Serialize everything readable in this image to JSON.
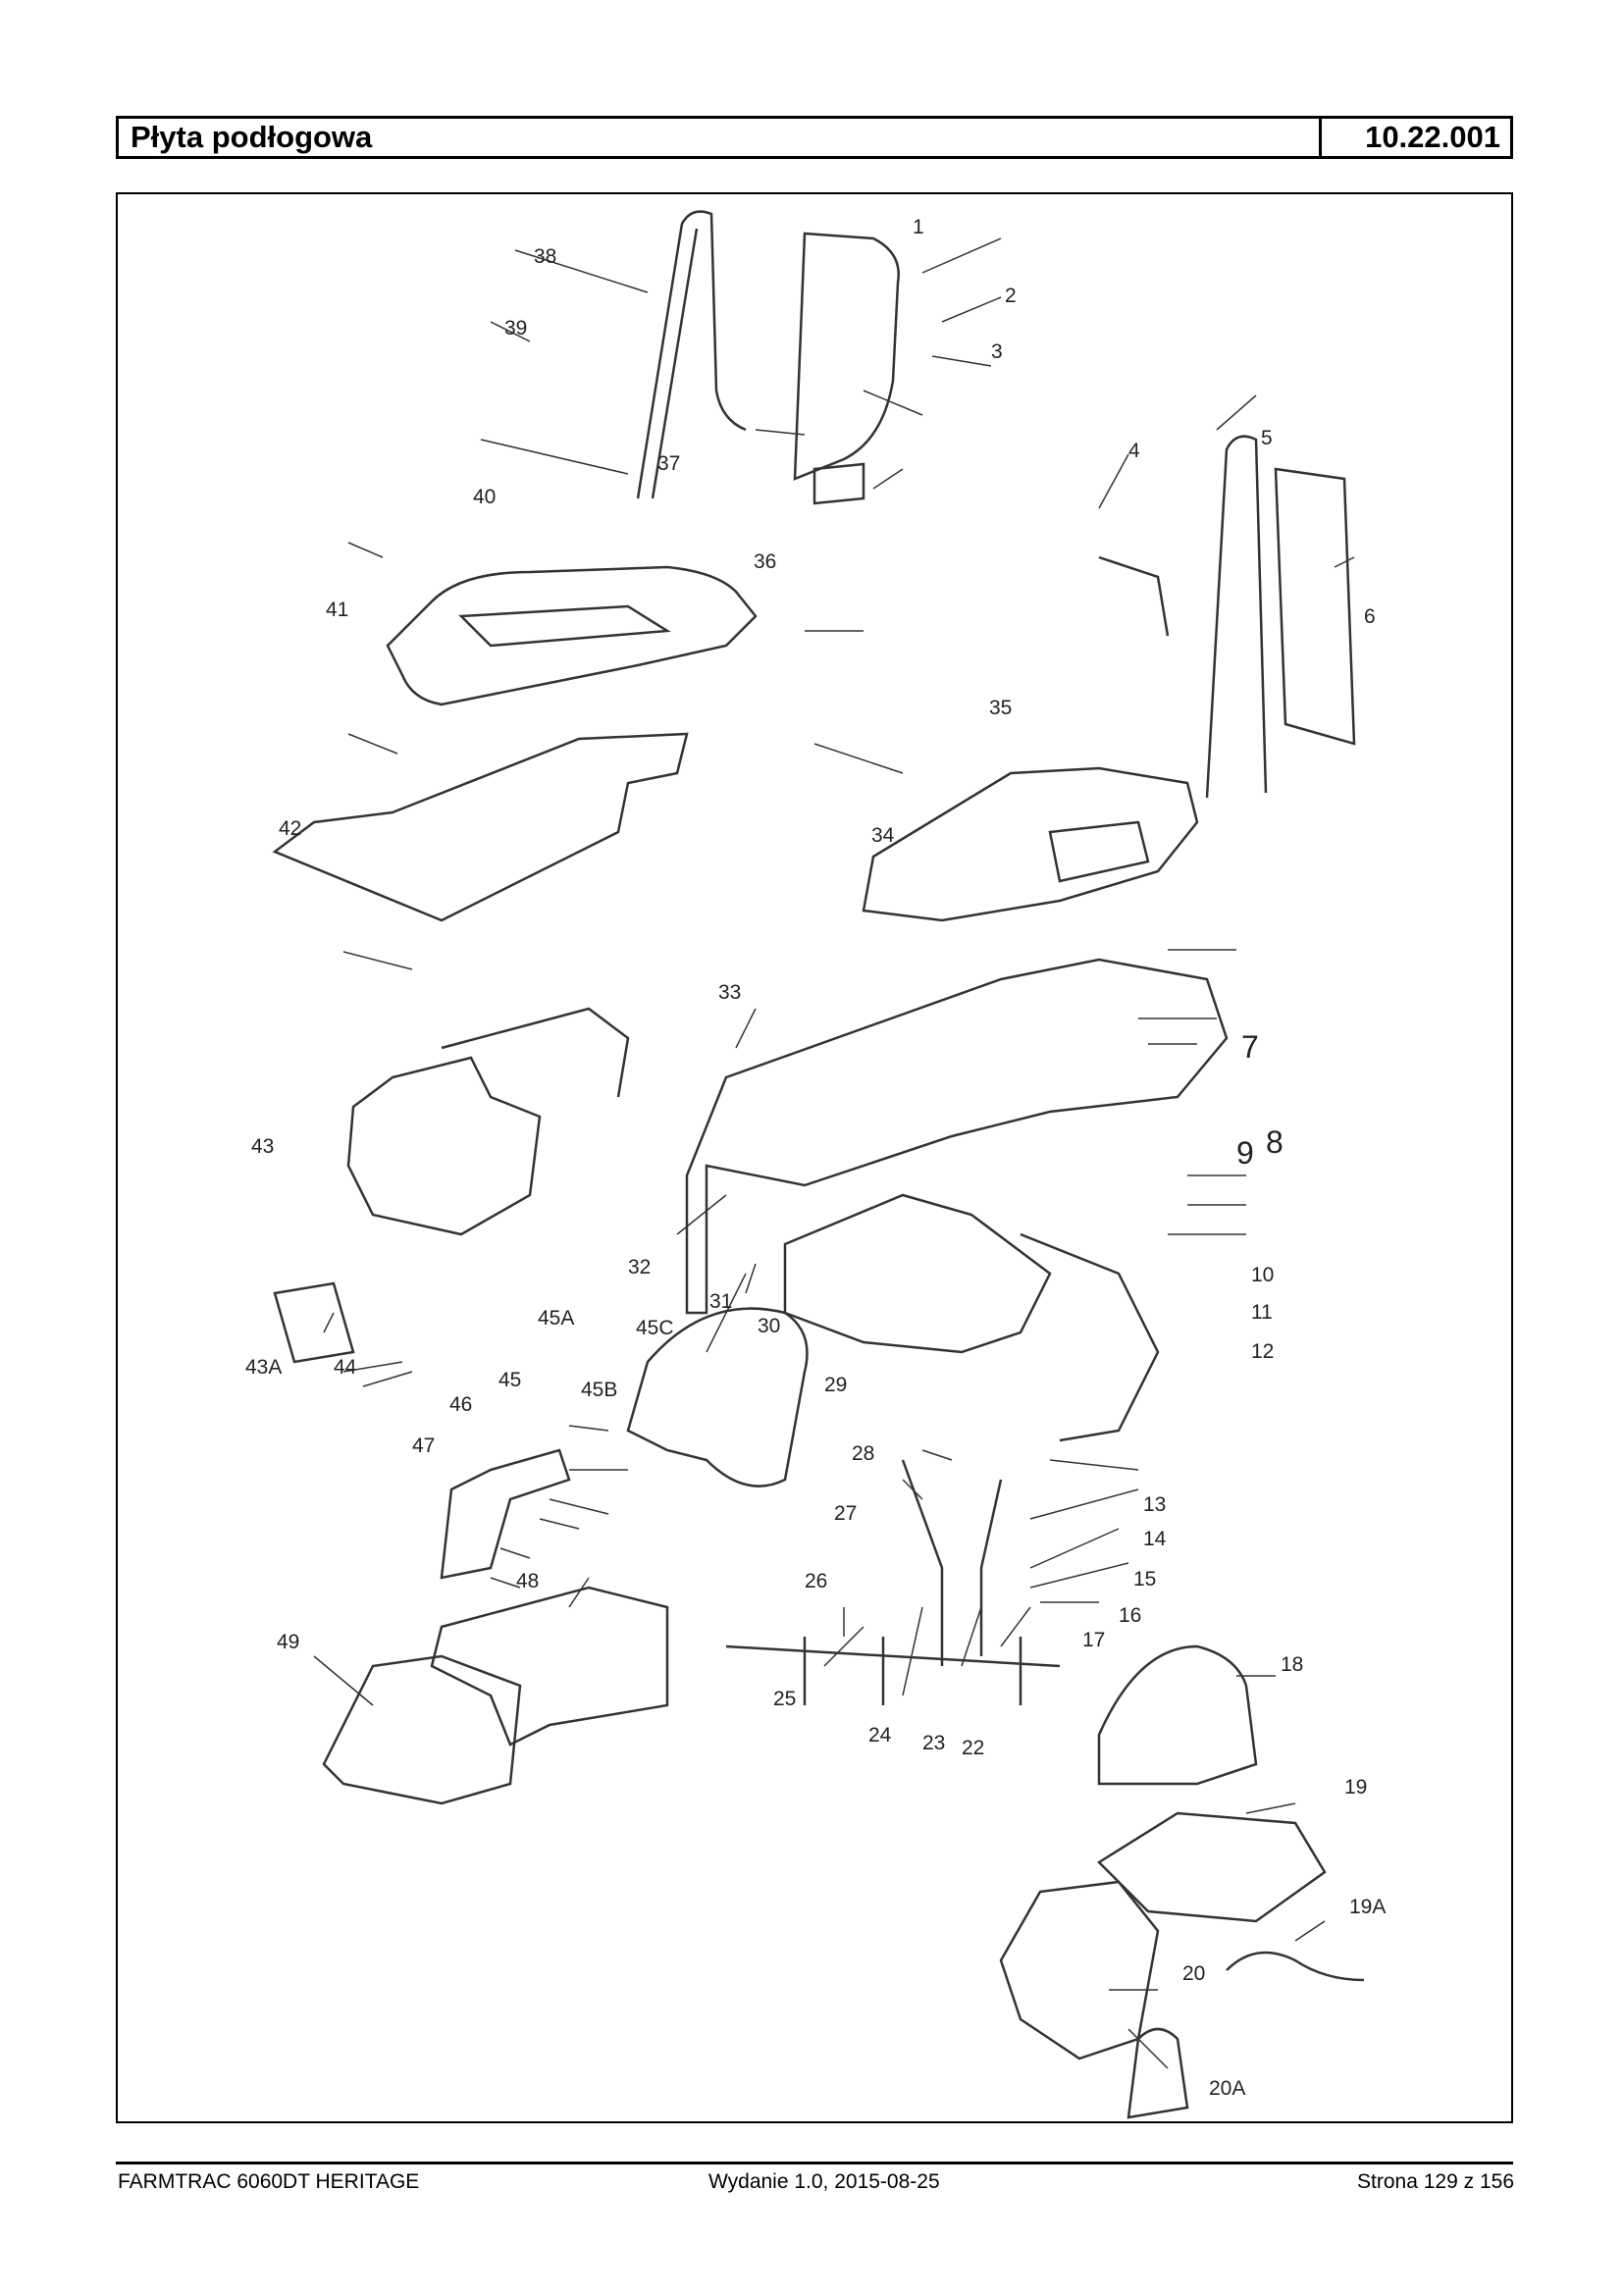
{
  "header": {
    "title": "Płyta podłogowa",
    "code": "10.22.001"
  },
  "callouts": [
    "1",
    "2",
    "3",
    "4",
    "5",
    "6",
    "7",
    "8",
    "9",
    "10",
    "11",
    "12",
    "13",
    "14",
    "15",
    "16",
    "17",
    "18",
    "19",
    "19A",
    "20",
    "20A",
    "22",
    "23",
    "24",
    "25",
    "26",
    "27",
    "28",
    "29",
    "30",
    "31",
    "32",
    "33",
    "34",
    "35",
    "36",
    "37",
    "38",
    "39",
    "40",
    "41",
    "42",
    "43",
    "43A",
    "44",
    "45",
    "45A",
    "45B",
    "45C",
    "46",
    "47",
    "48",
    "49"
  ],
  "footer": {
    "model": "FARMTRAC 6060DT HERITAGE",
    "edition": "Wydanie 1.0,  2015-08-25",
    "page": "Strona 129 z 156"
  }
}
